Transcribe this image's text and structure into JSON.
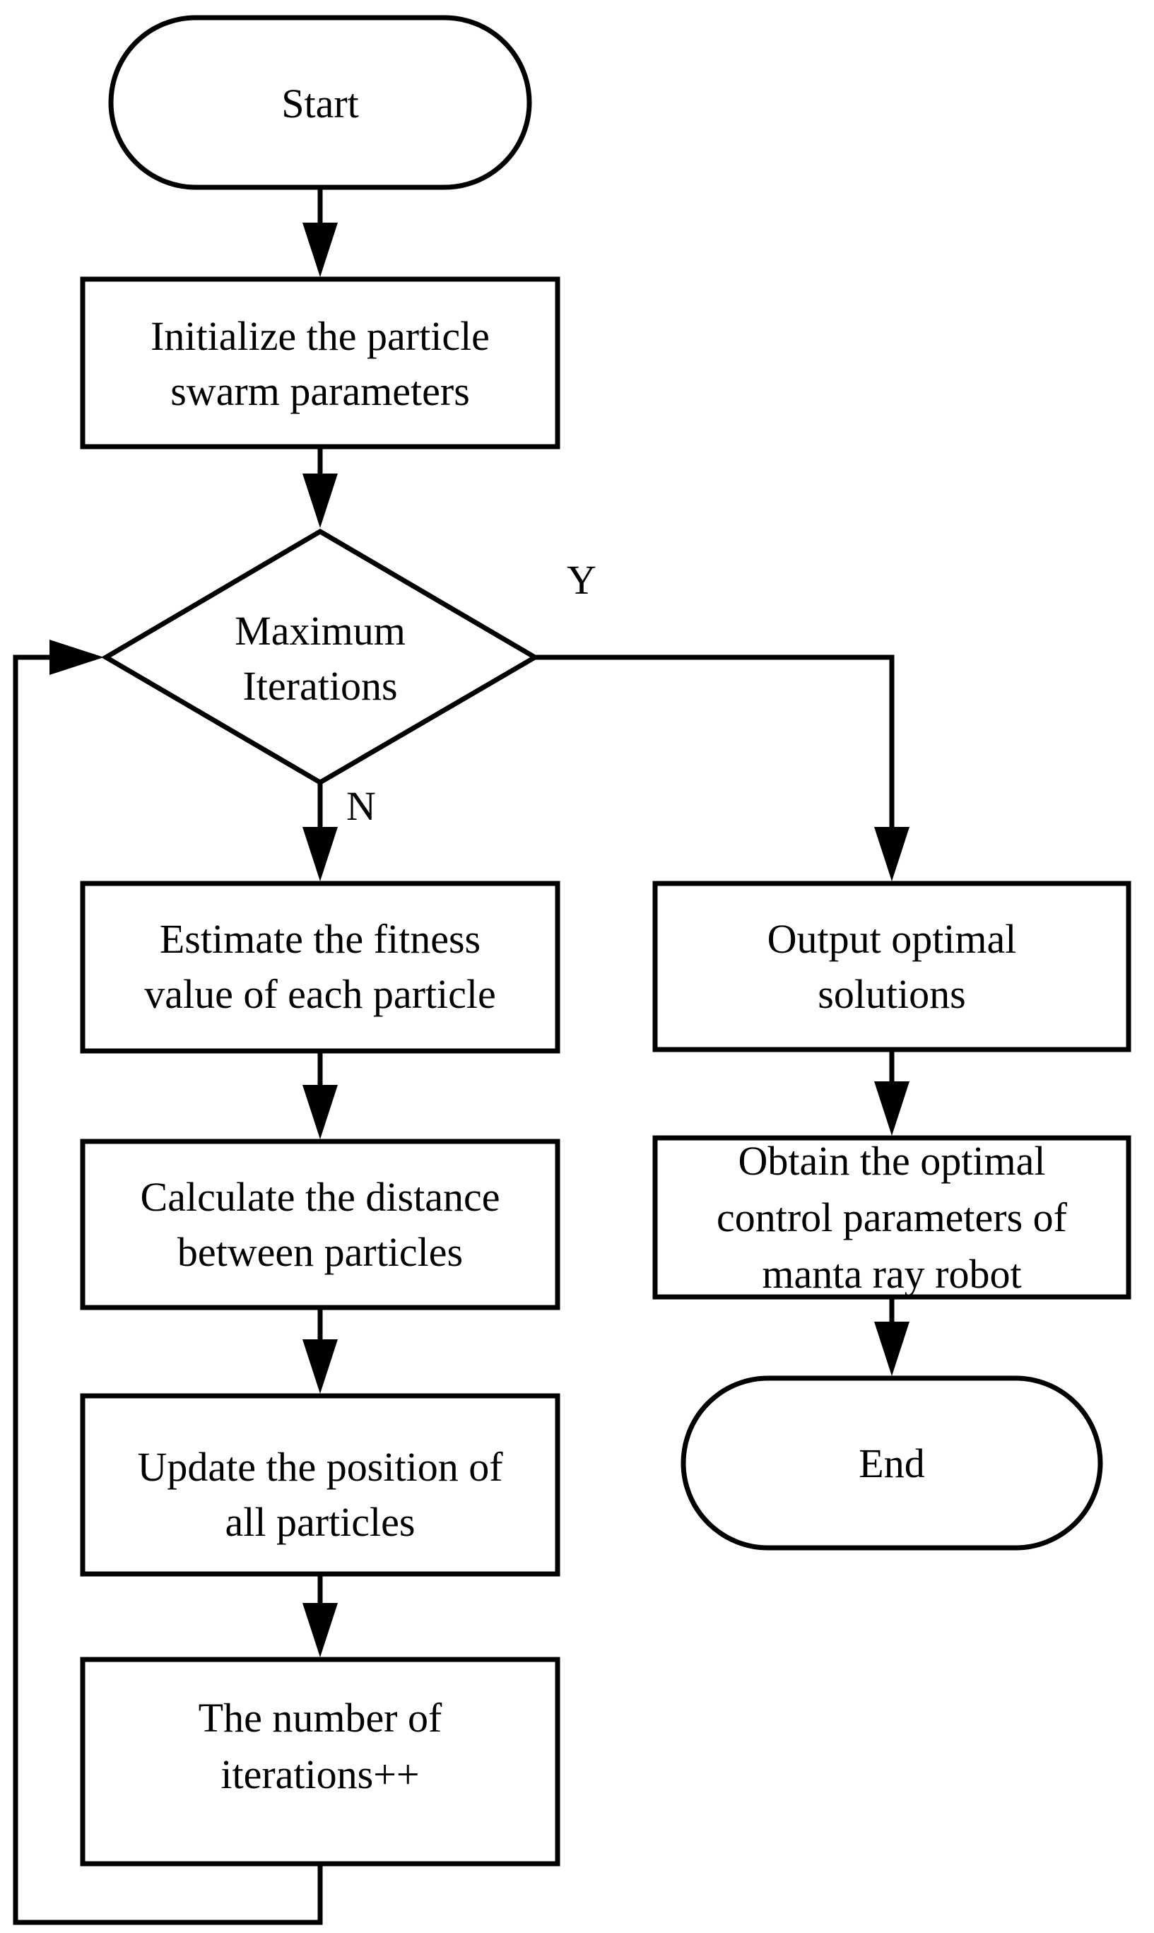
{
  "nodes": {
    "start": {
      "type": "terminal",
      "lines": [
        "Start"
      ]
    },
    "init": {
      "type": "process",
      "lines": [
        "Initialize the particle",
        "swarm parameters"
      ]
    },
    "decision": {
      "type": "decision",
      "lines": [
        "Maximum",
        "Iterations"
      ]
    },
    "estimate": {
      "type": "process",
      "lines": [
        "Estimate the fitness",
        "value of each particle"
      ]
    },
    "calculate": {
      "type": "process",
      "lines": [
        "Calculate the distance",
        "between particles"
      ]
    },
    "update": {
      "type": "process",
      "lines": [
        "Update the position of",
        "all particles"
      ]
    },
    "increment": {
      "type": "process",
      "lines": [
        "The number of",
        "iterations++"
      ]
    },
    "output": {
      "type": "process",
      "lines": [
        "Output optimal",
        "solutions"
      ]
    },
    "obtain": {
      "type": "process",
      "lines": [
        "Obtain the optimal",
        "control parameters of",
        "manta ray robot"
      ]
    },
    "end": {
      "type": "terminal",
      "lines": [
        "End"
      ]
    }
  },
  "edges": [
    {
      "from": "start",
      "to": "init",
      "label": ""
    },
    {
      "from": "init",
      "to": "decision",
      "label": ""
    },
    {
      "from": "decision",
      "to": "estimate",
      "label": "N"
    },
    {
      "from": "decision",
      "to": "output",
      "label": "Y"
    },
    {
      "from": "estimate",
      "to": "calculate",
      "label": ""
    },
    {
      "from": "calculate",
      "to": "update",
      "label": ""
    },
    {
      "from": "update",
      "to": "increment",
      "label": ""
    },
    {
      "from": "increment",
      "to": "decision",
      "label": ""
    },
    {
      "from": "output",
      "to": "obtain",
      "label": ""
    },
    {
      "from": "obtain",
      "to": "end",
      "label": ""
    }
  ]
}
